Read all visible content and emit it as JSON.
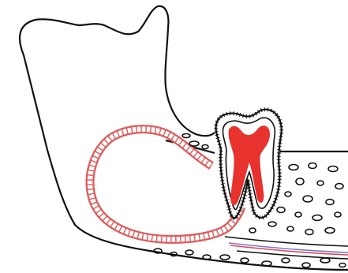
{
  "colors": {
    "outline": "#111111",
    "pulp": "#e8322e",
    "tract": "#e05a5a",
    "tract_fill": "#ffffff",
    "nerve_blue": "#7a78c8",
    "nerve_red": "#d9485a",
    "background": "#ffffff"
  },
  "elements": {
    "jaw": "mandible-outline",
    "tooth": "molar-tooth",
    "pulp": "pulp-chamber",
    "tract": "infection-tract",
    "canal": "mandibular-canal",
    "bone": "cancellous-bone-dots"
  }
}
